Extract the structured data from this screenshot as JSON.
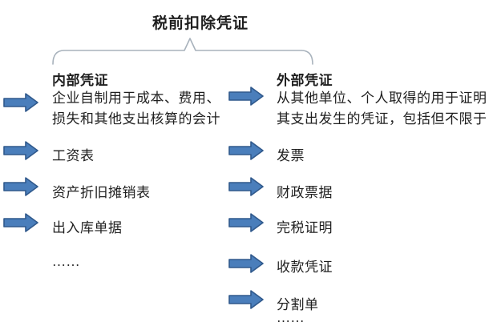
{
  "title": "税前扣除凭证",
  "left": {
    "heading": "内部凭证",
    "desc_lines": [
      "企业自制用于成本、费用、",
      "损失和其他支出核算的会计"
    ],
    "items": [
      "工资表",
      "资产折旧摊销表",
      "出入库单据",
      "……"
    ]
  },
  "right": {
    "heading": "外部凭证",
    "desc_lines": [
      "从其他单位、个人取得的用于证明",
      "其支出发生的凭证，包括但不限于"
    ],
    "items": [
      "发票",
      "财政票据",
      "完税证明",
      "收款凭证",
      "分割单",
      "……"
    ]
  },
  "colors": {
    "arrow_fill": "#4a7ebb",
    "arrow_stroke": "#30598c",
    "brace_stroke": "#a8b2bc",
    "text": "#1f1f1f",
    "background": "#ffffff"
  }
}
